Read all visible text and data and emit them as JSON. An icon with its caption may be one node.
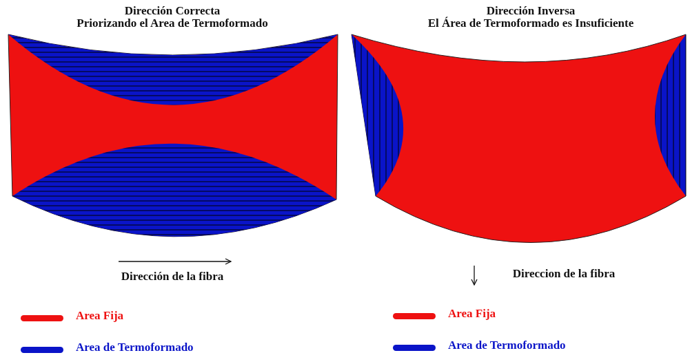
{
  "diagram": {
    "labels": [
      "Dirección Correcta",
      "Priorizando el Area de Termoformado",
      "Dirección Inversa",
      "El Área de Termoformado es Insuficiente",
      "Dirección de la fibra",
      "Direccion de la fibra"
    ],
    "legend": [
      {
        "text": "Area Fija",
        "color": "#ee1111"
      },
      {
        "text": "Area de Termoformado",
        "color": "#0a14c8"
      },
      {
        "text": "Area Fija",
        "color": "#ee1111"
      },
      {
        "text": "Area de Termoformado",
        "color": "#0a14c8"
      }
    ]
  }
}
